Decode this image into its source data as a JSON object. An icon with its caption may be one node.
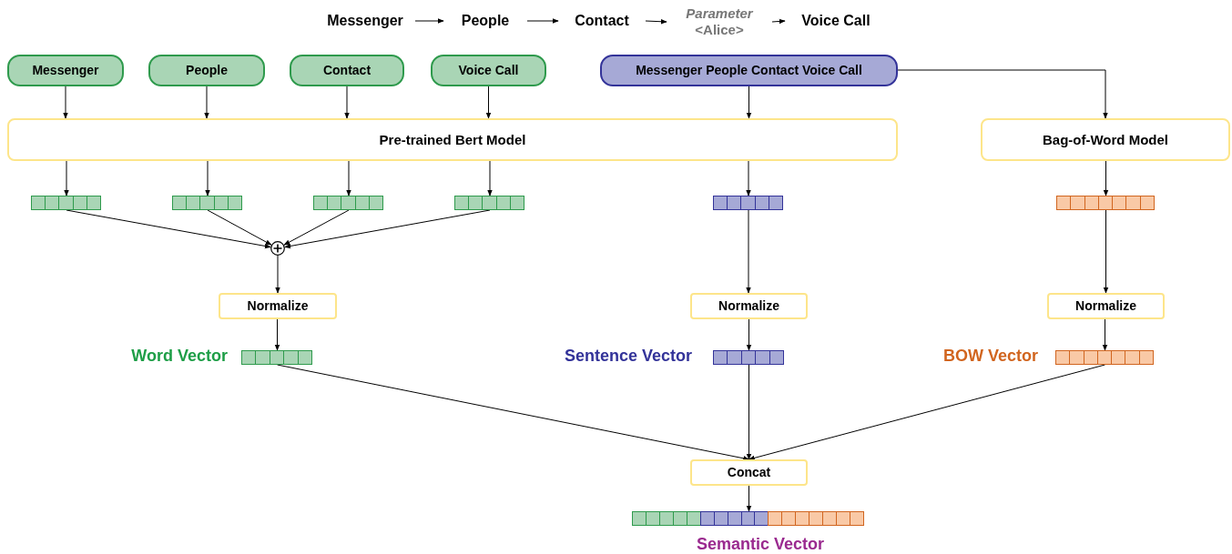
{
  "diagram": {
    "nodes": [
      {
        "text": [
          "Messenger"
        ]
      },
      {
        "text": [
          "People"
        ]
      },
      {
        "text": [
          "Contact"
        ]
      },
      {
        "text": [
          "Parameter",
          "<Alice>"
        ]
      },
      {
        "text": [
          "Voice Call"
        ]
      },
      {
        "text": [
          "Messenger"
        ]
      },
      {
        "text": [
          "People"
        ]
      },
      {
        "text": [
          "Contact"
        ]
      },
      {
        "text": [
          "Voice Call"
        ]
      },
      {
        "text": [
          "Messenger People Contact Voice Call"
        ]
      },
      {
        "text": [
          "Pre-trained Bert Model"
        ]
      },
      {
        "text": [
          "Bag-of-Word Model"
        ]
      },
      {
        "text": [],
        "shape": "bar"
      },
      {
        "text": [],
        "shape": "bar"
      },
      {
        "text": [],
        "shape": "bar"
      },
      {
        "text": [],
        "shape": "bar"
      },
      {
        "text": [],
        "shape": "bar"
      },
      {
        "text": [],
        "shape": "bar"
      },
      {
        "text": [],
        "shape": "circle"
      },
      {
        "text": [
          "Normalize"
        ]
      },
      {
        "text": [
          "Normalize"
        ]
      },
      {
        "text": [
          "Normalize"
        ]
      },
      {
        "text": [],
        "shape": "bar",
        "beside": [
          "Word Vector"
        ]
      },
      {
        "text": [],
        "shape": "bar",
        "beside": [
          "Sentence Vector"
        ]
      },
      {
        "text": [],
        "shape": "bar",
        "beside": [
          "BOW Vector"
        ]
      },
      {
        "text": [
          "Concat"
        ]
      },
      {
        "text": [],
        "shape": "bar",
        "beside": [
          "Semantic Vector"
        ]
      }
    ],
    "edges": [
      {
        "from": 0,
        "to": 1,
        "arrow": "to"
      },
      {
        "from": 1,
        "to": 2,
        "arrow": "to"
      },
      {
        "from": 2,
        "to": 3,
        "arrow": "to"
      },
      {
        "from": 3,
        "to": 4,
        "arrow": "to"
      },
      {
        "from": 5,
        "to": 10,
        "arrow": "to"
      },
      {
        "from": 6,
        "to": 10,
        "arrow": "to"
      },
      {
        "from": 7,
        "to": 10,
        "arrow": "to"
      },
      {
        "from": 8,
        "to": 10,
        "arrow": "to"
      },
      {
        "from": 9,
        "to": 10,
        "arrow": "to"
      },
      {
        "from": 9,
        "to": 11,
        "arrow": "to"
      },
      {
        "from": 10,
        "to": 12,
        "arrow": "to"
      },
      {
        "from": 10,
        "to": 13,
        "arrow": "to"
      },
      {
        "from": 10,
        "to": 14,
        "arrow": "to"
      },
      {
        "from": 10,
        "to": 15,
        "arrow": "to"
      },
      {
        "from": 10,
        "to": 16,
        "arrow": "to"
      },
      {
        "from": 11,
        "to": 17,
        "arrow": "to"
      },
      {
        "from": 12,
        "to": 18,
        "arrow": "to"
      },
      {
        "from": 13,
        "to": 18,
        "arrow": "to"
      },
      {
        "from": 14,
        "to": 18,
        "arrow": "to"
      },
      {
        "from": 15,
        "to": 18,
        "arrow": "to"
      },
      {
        "from": 18,
        "to": 19,
        "arrow": "to"
      },
      {
        "from": 16,
        "to": 20,
        "arrow": "to"
      },
      {
        "from": 17,
        "to": 21,
        "arrow": "to"
      },
      {
        "from": 19,
        "to": 22,
        "arrow": "to"
      },
      {
        "from": 20,
        "to": 23,
        "arrow": "to"
      },
      {
        "from": 21,
        "to": 24,
        "arrow": "to"
      },
      {
        "from": 22,
        "to": 25,
        "arrow": "to"
      },
      {
        "from": 23,
        "to": 25,
        "arrow": "to"
      },
      {
        "from": 24,
        "to": 25,
        "arrow": "to"
      },
      {
        "from": 25,
        "to": 26,
        "arrow": "to"
      }
    ]
  }
}
